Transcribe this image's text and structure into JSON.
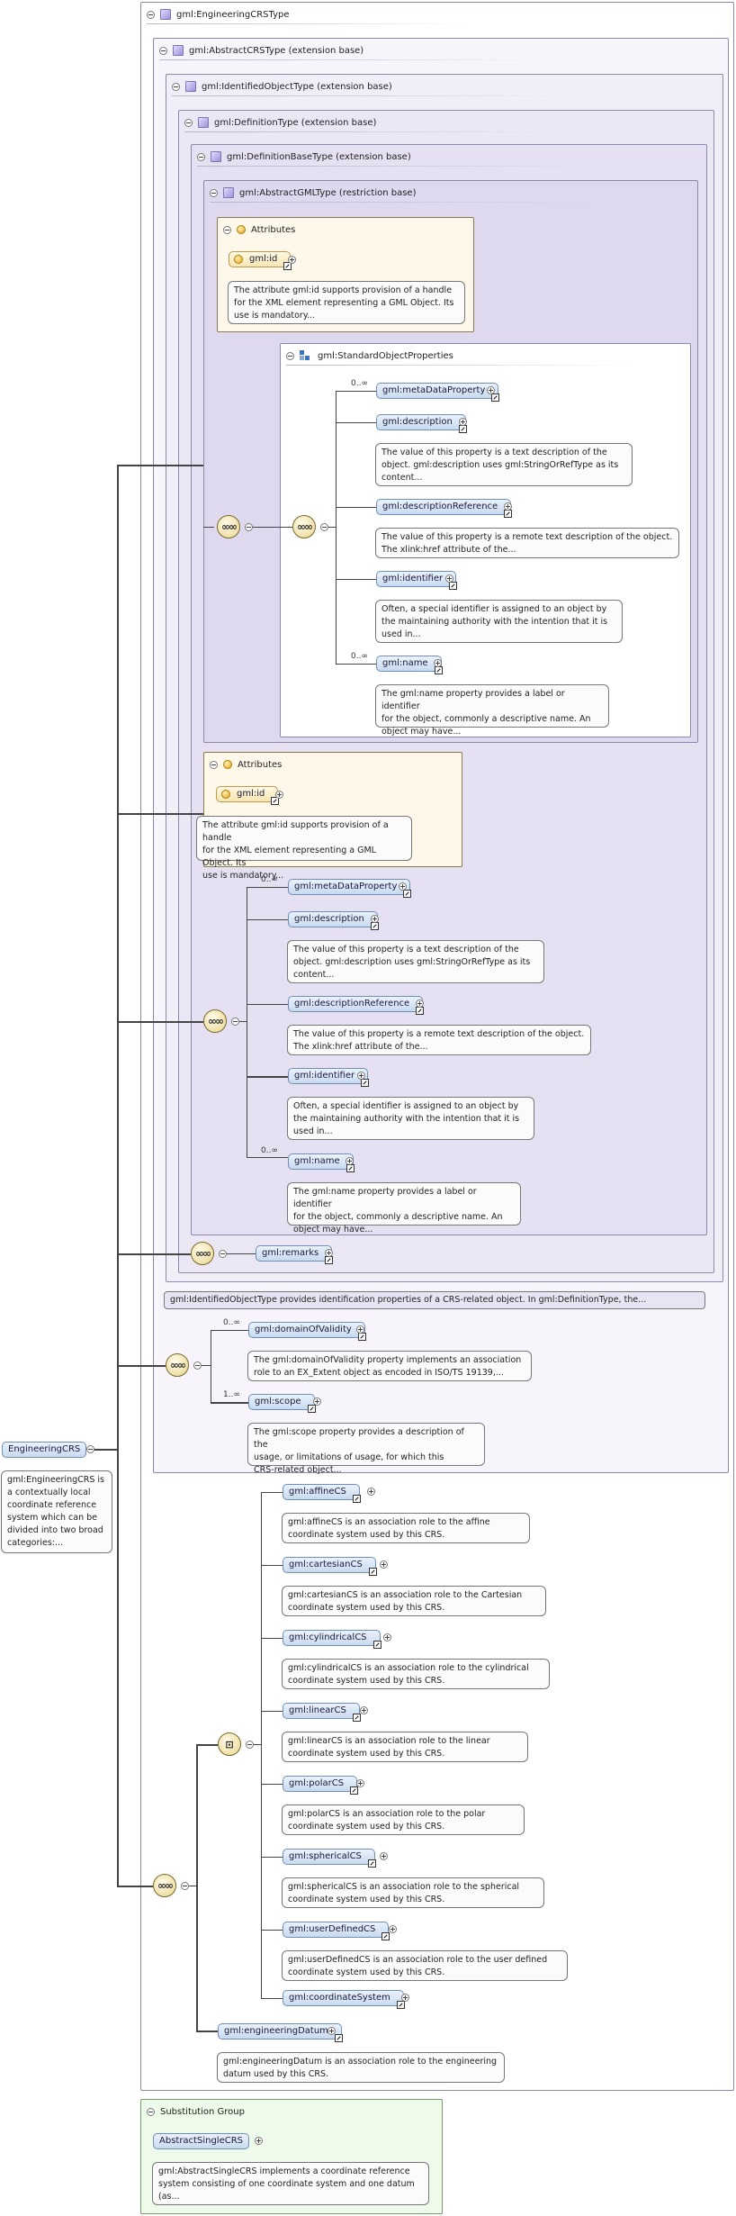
{
  "types": {
    "engineering_crs_type": "gml:EngineeringCRSType",
    "abstract_crs_type": "gml:AbstractCRSType (extension base)",
    "identified_object_type": "gml:IdentifiedObjectType (extension base)",
    "definition_type": "gml:DefinitionType (extension base)",
    "definition_base_type": "gml:DefinitionBaseType (extension base)",
    "abstract_gml_type": "gml:AbstractGMLType (restriction base)",
    "standard_object_properties": "gml:StandardObjectProperties",
    "substitution_group": "Substitution Group"
  },
  "attributes": {
    "title": "Attributes",
    "gml_id": "gml:id",
    "gml_id_doc": "The attribute gml:id supports provision of a handle\nfor the XML element representing a GML Object. Its\nuse is mandatory..."
  },
  "cardinality": {
    "zero_many": "0..∞",
    "one_many": "1..∞"
  },
  "standard_props": [
    {
      "name": "gml:metaDataProperty",
      "doc": ""
    },
    {
      "name": "gml:description",
      "doc": "The value of this property is a text description of the\nobject. gml:description uses gml:StringOrRefType as its\ncontent..."
    },
    {
      "name": "gml:descriptionReference",
      "doc": "The value of this property is a remote text description of the object.\nThe xlink:href attribute of the..."
    },
    {
      "name": "gml:identifier",
      "doc": "Often, a special identifier is assigned to an object by\nthe maintaining authority with the intention that it is\nused in..."
    },
    {
      "name": "gml:name",
      "doc": "The gml:name property provides a label or identifier\nfor the object, commonly a descriptive name. An\nobject may have..."
    }
  ],
  "remarks": "gml:remarks",
  "identified_object_doc": "gml:IdentifiedObjectType provides identification properties of a CRS-related object. In gml:DefinitionType, the...",
  "domain_of_validity": {
    "name": "gml:domainOfValidity",
    "doc": "The gml:domainOfValidity property implements an association\nrole to an EX_Extent object as encoded in ISO/TS 19139,..."
  },
  "scope": {
    "name": "gml:scope",
    "doc": "The gml:scope property provides a description of the\nusage, or limitations of usage, for which this\nCRS-related object..."
  },
  "root": {
    "name": "EngineeringCRS",
    "doc": "gml:EngineeringCRS is\na contextually local\ncoordinate reference\nsystem which can be\ndivided into two broad\ncategories:..."
  },
  "cs_choices": [
    {
      "name": "gml:affineCS",
      "doc": "gml:affineCS is an association role to the affine\ncoordinate system used by this CRS."
    },
    {
      "name": "gml:cartesianCS",
      "doc": "gml:cartesianCS is an association role to the Cartesian\ncoordinate system used by this CRS."
    },
    {
      "name": "gml:cylindricalCS",
      "doc": "gml:cylindricalCS is an association role to the cylindrical\ncoordinate system used by this CRS."
    },
    {
      "name": "gml:linearCS",
      "doc": "gml:linearCS is an association role to the linear\ncoordinate system used by this CRS."
    },
    {
      "name": "gml:polarCS",
      "doc": "gml:polarCS is an association role to the polar\ncoordinate system used by this CRS."
    },
    {
      "name": "gml:sphericalCS",
      "doc": "gml:sphericalCS is an association role to the spherical\ncoordinate system used by this CRS."
    },
    {
      "name": "gml:userDefinedCS",
      "doc": "gml:userDefinedCS is an association role to the user defined\ncoordinate system used by this CRS."
    },
    {
      "name": "gml:coordinateSystem",
      "doc": ""
    }
  ],
  "engineering_datum": {
    "name": "gml:engineeringDatum",
    "doc": "gml:engineeringDatum is an association role to the engineering\ndatum used by this CRS."
  },
  "abstract_single_crs": {
    "name": "AbstractSingleCRS",
    "doc": "gml:AbstractSingleCRS implements a coordinate reference\nsystem consisting of one coordinate system and one datum\n(as..."
  }
}
